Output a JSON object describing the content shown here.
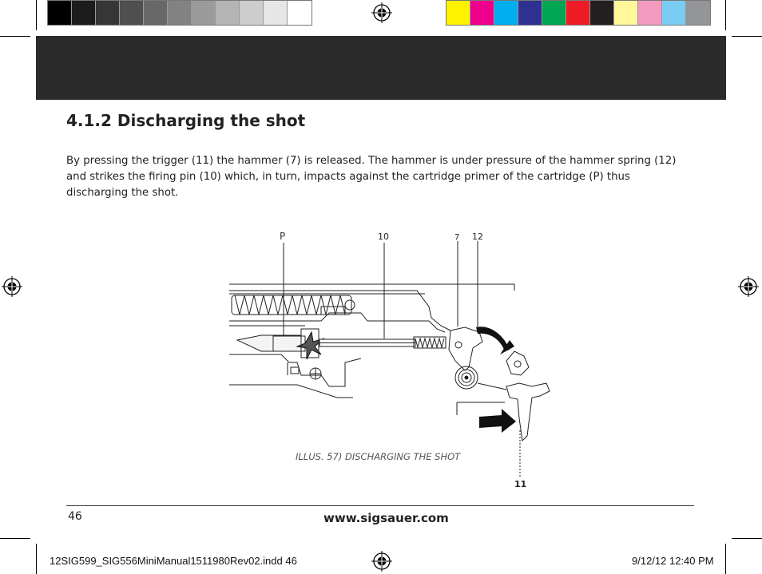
{
  "grayscale_bar": [
    "#000000",
    "#1c1c1c",
    "#363636",
    "#4f4f4f",
    "#686868",
    "#828282",
    "#9b9b9b",
    "#b4b4b4",
    "#cdcdcd",
    "#e6e6e6",
    "#ffffff"
  ],
  "color_bar": [
    "#fff200",
    "#ec008c",
    "#00aeef",
    "#2e3192",
    "#00a651",
    "#ed1c24",
    "#231f20",
    "#fff799",
    "#f49ac1",
    "#7accf3",
    "#939598"
  ],
  "header_band_color": "#2b2b2b",
  "section": {
    "title": "4.1.2 Discharging the shot",
    "body": "By pressing the trigger (11) the hammer (7) is released. The hammer is under pressure of the hammer spring (12) and strikes the firing pin (10) which, in turn, impacts against the cartridge primer of the cartridge (P) thus discharging the shot."
  },
  "illustration": {
    "labels": {
      "cartridge": "P",
      "firing_pin": "10",
      "hammer": "7",
      "hammer_spring": "12",
      "trigger": "11"
    },
    "caption": "ILLUS. 57) DISCHARGING THE SHOT"
  },
  "footer": {
    "page_number": "46",
    "website": "www.sigsauer.com"
  },
  "slug": {
    "file": "12SIG599_SIG556MiniManual1511980Rev02.indd   46",
    "datetime": "9/12/12   12:40 PM"
  }
}
